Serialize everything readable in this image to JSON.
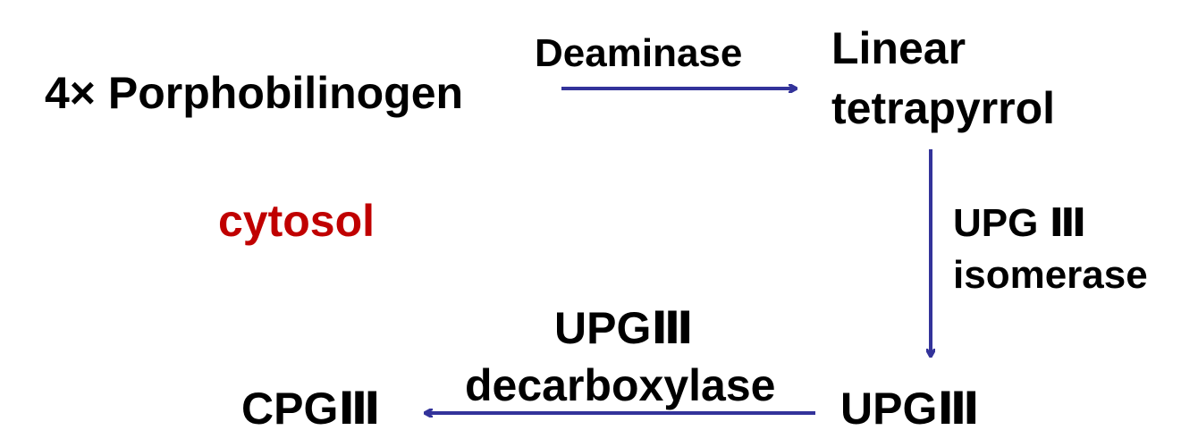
{
  "nodes": {
    "porphobilinogen": "4× Porphobilinogen",
    "linear_line1": "Linear",
    "linear_line2": "tetrapyrrol",
    "upg3": "UPGⅢ",
    "cpg3": "CPGⅢ"
  },
  "enzymes": {
    "deaminase": "Deaminase",
    "isomerase_line1": "UPG Ⅲ",
    "isomerase_line2": "isomerase",
    "decarboxylase_line1": "UPGⅢ",
    "decarboxylase_line2": "decarboxylase"
  },
  "location": "cytosol",
  "colors": {
    "text": "#000000",
    "location": "#c00000",
    "arrow": "#33339a"
  }
}
